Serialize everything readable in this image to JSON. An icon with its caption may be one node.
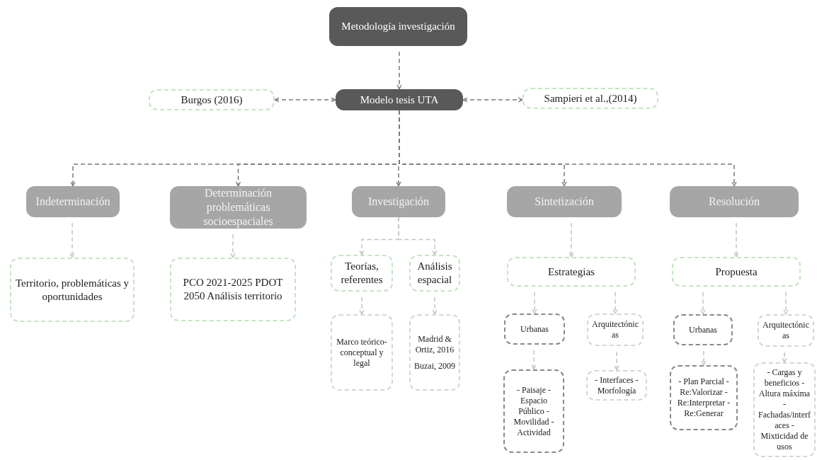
{
  "diagram": {
    "nodes": [
      {
        "text": [
          "Metodología investigación"
        ]
      },
      {
        "text": [
          "Burgos (2016)"
        ]
      },
      {
        "text": [
          "Modelo tesis UTA"
        ]
      },
      {
        "text": [
          "Sampieri et al.,(2014)"
        ]
      },
      {
        "text": [
          "Indeterminación"
        ]
      },
      {
        "text": [
          "Determinación problemáticas socioespaciales"
        ]
      },
      {
        "text": [
          "Investigación"
        ]
      },
      {
        "text": [
          "Sintetización"
        ]
      },
      {
        "text": [
          "Resolución"
        ]
      },
      {
        "text": [
          "Territorio, problemáticas y oportunidades"
        ]
      },
      {
        "text": [
          "PCO 2021-2025 PDOT 2050 Análisis territorio"
        ]
      },
      {
        "text": [
          "Teorías, referentes"
        ]
      },
      {
        "text": [
          "Análisis espacial"
        ]
      },
      {
        "text": [
          "Marco teórico-conceptual y legal"
        ]
      },
      {
        "text": [
          "Madrid & Ortiz, 2016",
          "Buzai, 2009"
        ]
      },
      {
        "text": [
          "Estrategias"
        ]
      },
      {
        "text": [
          "Urbanas"
        ]
      },
      {
        "text": [
          "Arquitectónicas"
        ]
      },
      {
        "text": [
          "- Paisaje - Espacio Público - Movilidad - Actividad"
        ]
      },
      {
        "text": [
          "- Interfaces - Morfología"
        ]
      },
      {
        "text": [
          "Propuesta"
        ]
      },
      {
        "text": [
          "Urbanas"
        ]
      },
      {
        "text": [
          "Arquitectónicas"
        ]
      },
      {
        "text": [
          "- Plan Parcial - Re:Valorizar - Re:Interpretar - Re:Generar"
        ]
      },
      {
        "text": [
          "- Cargas y beneficios - Altura máxima -Fachadas/interfaces -Mixticidad de usos"
        ]
      }
    ],
    "edges": [
      {
        "from": 0,
        "to": 2,
        "arrow": "to",
        "color": "#7a7a7a"
      },
      {
        "from": 2,
        "to": 1,
        "arrow": "both",
        "color": "#7a7a7a"
      },
      {
        "from": 2,
        "to": 3,
        "arrow": "both",
        "color": "#7a7a7a"
      },
      {
        "from": 2,
        "to": 4,
        "arrow": "to",
        "color": "#7a7a7a"
      },
      {
        "from": 2,
        "to": 5,
        "arrow": "to",
        "color": "#7a7a7a"
      },
      {
        "from": 2,
        "to": 6,
        "arrow": "to",
        "color": "#7a7a7a"
      },
      {
        "from": 2,
        "to": 7,
        "arrow": "to",
        "color": "#7a7a7a"
      },
      {
        "from": 2,
        "to": 8,
        "arrow": "to",
        "color": "#7a7a7a"
      },
      {
        "from": 4,
        "to": 9,
        "arrow": "to"
      },
      {
        "from": 5,
        "to": 10,
        "arrow": "to"
      },
      {
        "from": 6,
        "to": 11,
        "arrow": "to"
      },
      {
        "from": 6,
        "to": 12,
        "arrow": "to"
      },
      {
        "from": 11,
        "to": 13,
        "arrow": "to"
      },
      {
        "from": 12,
        "to": 14,
        "arrow": "to"
      },
      {
        "from": 7,
        "to": 15,
        "arrow": "to"
      },
      {
        "from": 15,
        "to": 16,
        "arrow": "to"
      },
      {
        "from": 15,
        "to": 17,
        "arrow": "to"
      },
      {
        "from": 16,
        "to": 18,
        "arrow": "to"
      },
      {
        "from": 17,
        "to": 19,
        "arrow": "to"
      },
      {
        "from": 8,
        "to": 20,
        "arrow": "to"
      },
      {
        "from": 20,
        "to": 21,
        "arrow": "to"
      },
      {
        "from": 20,
        "to": 22,
        "arrow": "to"
      },
      {
        "from": 21,
        "to": 23,
        "arrow": "to"
      },
      {
        "from": 22,
        "to": 24,
        "arrow": "to"
      }
    ]
  }
}
